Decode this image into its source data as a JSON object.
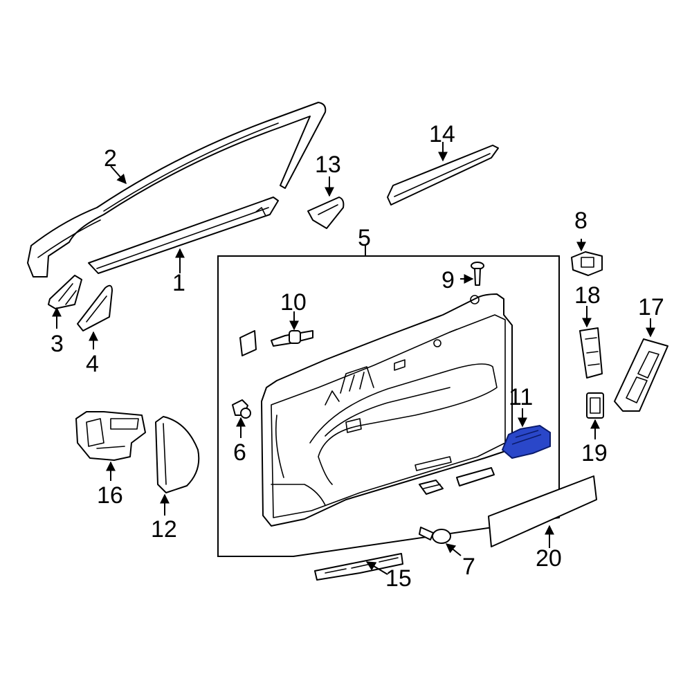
{
  "diagram": {
    "callouts": [
      "1",
      "2",
      "3",
      "4",
      "5",
      "6",
      "7",
      "8",
      "9",
      "10",
      "11",
      "12",
      "13",
      "14",
      "15",
      "16",
      "17",
      "18",
      "19",
      "20"
    ],
    "highlighted_part": "11",
    "colors": {
      "highlight": "#2a47c9",
      "line": "#000000",
      "background": "#ffffff"
    }
  }
}
